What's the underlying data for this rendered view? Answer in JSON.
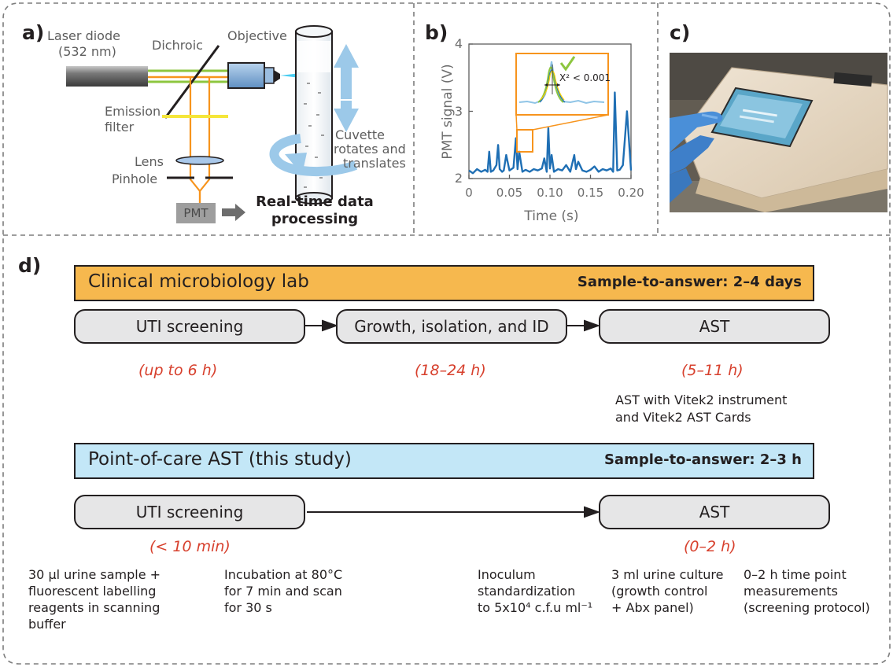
{
  "panel_a": {
    "letter": "a)",
    "laser_label": [
      "Laser diode",
      "(532 nm)"
    ],
    "dichroic": "Dichroic",
    "objective": "Objective",
    "emission_filter": [
      "Emission",
      "filter"
    ],
    "lens": "Lens",
    "pinhole": "Pinhole",
    "pmt": "PMT",
    "realtime": [
      "Real-time data",
      "processing"
    ],
    "cuvette": [
      "Cuvette",
      "rotates and",
      "translates"
    ]
  },
  "panel_b": {
    "letter": "b)",
    "inset_text": "X² < 0.001"
  },
  "panel_c": {
    "letter": "c)"
  },
  "panel_d": {
    "letter": "d)",
    "lab": {
      "title": "Clinical microbiology lab",
      "sample_to_answer": "Sample-to-answer: 2–4 days",
      "steps": [
        "UTI screening",
        "Growth, isolation, and ID",
        "AST"
      ],
      "times": [
        "(up to 6 h)",
        "(18–24 h)",
        "(5–11 h)"
      ],
      "ast_note": [
        "AST with Vitek2 instrument",
        "and Vitek2  AST Cards"
      ]
    },
    "poc": {
      "title": "Point-of-care AST (this study)",
      "sample_to_answer": "Sample-to-answer: 2–3 h",
      "steps": [
        "UTI screening",
        "AST"
      ],
      "times": [
        "(< 10 min)",
        "(0–2 h)"
      ],
      "notes": [
        [
          "30 µl urine sample +",
          "fluorescent labelling",
          "reagents in scanning",
          "buffer"
        ],
        [
          "Incubation at 80°C",
          "for 7 min and scan",
          "for 30 s"
        ],
        [
          "Inoculum",
          "standardization",
          "to 5x10⁴ c.f.u ml⁻¹"
        ],
        [
          "3 ml urine culture",
          "(growth control",
          "+ Abx panel)"
        ],
        [
          "0–2 h time point",
          "measurements",
          "(screening protocol)"
        ]
      ]
    }
  },
  "colors": {
    "lab_banner": "#f6b84e",
    "poc_banner": "#c3e7f7",
    "pill_fill": "#e6e6e7",
    "time_red": "#d7402d",
    "beam_green": "#8dc63f",
    "beam_orange": "#f7941d",
    "signal_blue": "#1f6fb4",
    "light_blue": "#9cc9e9"
  },
  "chart_data": {
    "type": "line",
    "x": [
      0.0,
      0.005,
      0.01,
      0.015,
      0.02,
      0.023,
      0.025,
      0.027,
      0.03,
      0.034,
      0.036,
      0.038,
      0.041,
      0.043,
      0.046,
      0.05,
      0.055,
      0.058,
      0.06,
      0.062,
      0.066,
      0.07,
      0.075,
      0.08,
      0.085,
      0.09,
      0.093,
      0.096,
      0.098,
      0.1,
      0.102,
      0.105,
      0.11,
      0.115,
      0.12,
      0.125,
      0.13,
      0.132,
      0.135,
      0.14,
      0.145,
      0.15,
      0.155,
      0.16,
      0.165,
      0.17,
      0.175,
      0.178,
      0.18,
      0.183,
      0.186,
      0.19,
      0.195,
      0.2
    ],
    "y": [
      2.12,
      2.08,
      2.14,
      2.1,
      2.13,
      2.1,
      2.4,
      2.1,
      2.12,
      2.2,
      2.5,
      2.14,
      2.1,
      2.12,
      2.35,
      2.12,
      2.16,
      2.6,
      2.14,
      2.4,
      2.1,
      2.13,
      2.1,
      2.14,
      2.12,
      2.15,
      2.3,
      2.1,
      2.75,
      2.15,
      2.35,
      2.1,
      2.14,
      2.12,
      2.2,
      2.1,
      2.35,
      2.14,
      2.25,
      2.12,
      2.1,
      2.13,
      2.18,
      2.1,
      2.14,
      2.12,
      2.15,
      2.1,
      3.28,
      2.12,
      2.13,
      2.2,
      3.0,
      2.12
    ],
    "xlabel": "Time (s)",
    "ylabel": "PMT signal (V)",
    "xlim": [
      0,
      0.2
    ],
    "ylim": [
      2,
      4
    ],
    "xticks": [
      "0",
      "0.05",
      "0.10",
      "0.15",
      "0.20"
    ],
    "yticks": [
      "2",
      "3",
      "4"
    ]
  }
}
